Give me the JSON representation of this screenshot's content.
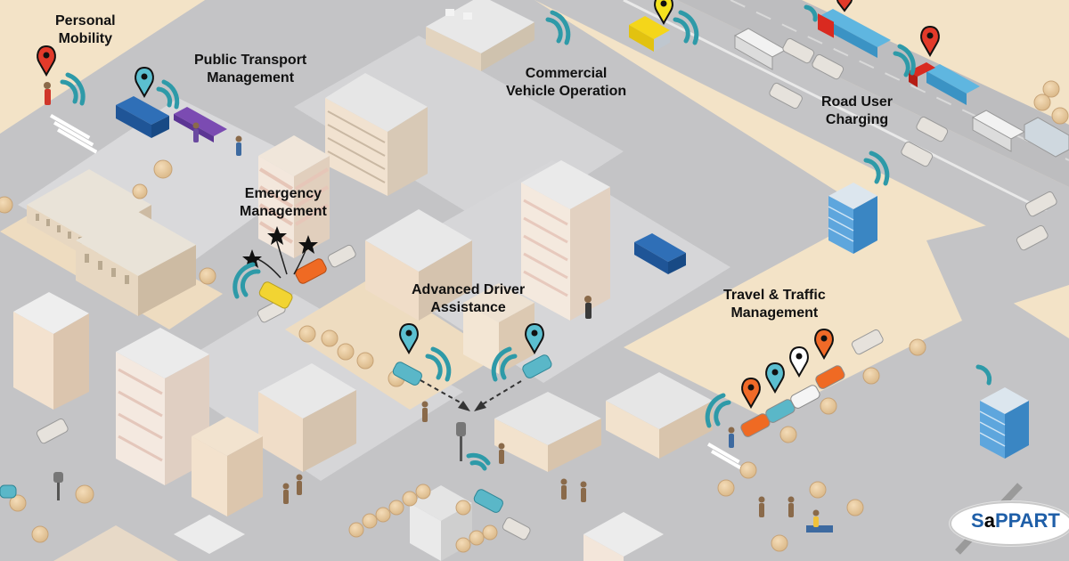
{
  "labels": {
    "personal_mobility": [
      "Personal",
      "Mobility"
    ],
    "public_transport": [
      "Public Transport",
      "Management"
    ],
    "commercial_vehicle": [
      "Commercial",
      "Vehicle Operation"
    ],
    "road_user_charging": [
      "Road User",
      "Charging"
    ],
    "emergency": [
      "Emergency",
      "Management"
    ],
    "advanced_driver": [
      "Advanced Driver",
      "Assistance"
    ],
    "travel_traffic": [
      "Travel & Traffic",
      "Management"
    ]
  },
  "logo": {
    "prefix": "S",
    "a": "a",
    "suffix": "PPART"
  },
  "colors": {
    "ground": "#f3e3c7",
    "road": "#c8c8ca",
    "pin_red": "#e23a2a",
    "pin_teal": "#5bbfd0",
    "pin_orange": "#f06a28",
    "pin_white": "#ffffff",
    "pin_yellow": "#f5e31e",
    "wifi_teal": "#2e9aa8"
  },
  "icons": [
    "location-pin-icon",
    "wireless-signal-icon",
    "star-icon",
    "bus-icon",
    "truck-icon",
    "car-icon",
    "tree-icon"
  ]
}
